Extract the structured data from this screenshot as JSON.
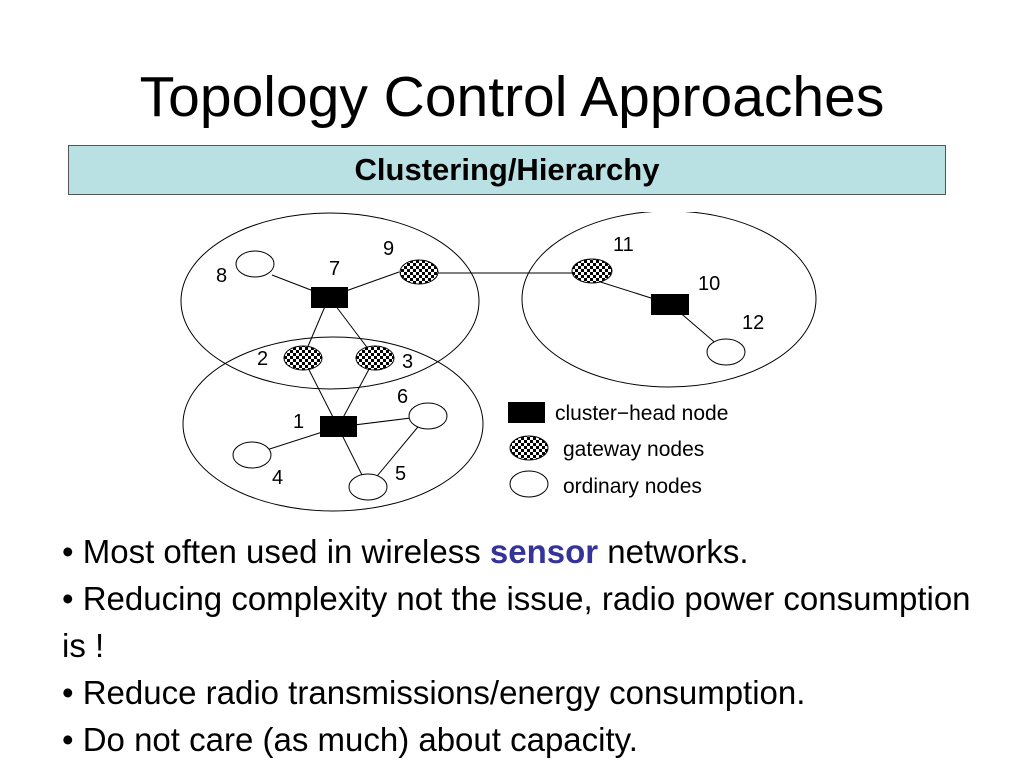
{
  "title": "Topology Control Approaches",
  "subtitle": "Clustering/Hierarchy",
  "diagram": {
    "nodes": [
      {
        "id": "1",
        "label": "1",
        "type": "cluster-head"
      },
      {
        "id": "2",
        "label": "2",
        "type": "gateway"
      },
      {
        "id": "3",
        "label": "3",
        "type": "gateway"
      },
      {
        "id": "4",
        "label": "4",
        "type": "ordinary"
      },
      {
        "id": "5",
        "label": "5",
        "type": "ordinary"
      },
      {
        "id": "6",
        "label": "6",
        "type": "ordinary"
      },
      {
        "id": "7",
        "label": "7",
        "type": "cluster-head"
      },
      {
        "id": "8",
        "label": "8",
        "type": "ordinary"
      },
      {
        "id": "9",
        "label": "9",
        "type": "gateway"
      },
      {
        "id": "10",
        "label": "10",
        "type": "cluster-head"
      },
      {
        "id": "11",
        "label": "11",
        "type": "gateway"
      },
      {
        "id": "12",
        "label": "12",
        "type": "ordinary"
      }
    ],
    "edges": [
      [
        "7",
        "8"
      ],
      [
        "7",
        "9"
      ],
      [
        "7",
        "2"
      ],
      [
        "7",
        "3"
      ],
      [
        "9",
        "11"
      ],
      [
        "11",
        "10"
      ],
      [
        "10",
        "12"
      ],
      [
        "1",
        "2"
      ],
      [
        "1",
        "3"
      ],
      [
        "1",
        "4"
      ],
      [
        "1",
        "5"
      ],
      [
        "1",
        "6"
      ],
      [
        "6",
        "5"
      ]
    ],
    "clusters": [
      {
        "head": "7",
        "members": [
          "7",
          "8",
          "9",
          "2",
          "3"
        ]
      },
      {
        "head": "10",
        "members": [
          "10",
          "11",
          "12"
        ]
      },
      {
        "head": "1",
        "members": [
          "1",
          "2",
          "3",
          "4",
          "5",
          "6"
        ]
      }
    ],
    "legend": {
      "cluster_head": "cluster−head node",
      "gateway": "gateway nodes",
      "ordinary": "ordinary nodes"
    }
  },
  "bullets": {
    "b1_prefix": "• Most often used in wireless ",
    "b1_accent": "sensor",
    "b1_suffix": " networks.",
    "b2": "• Reducing complexity not the issue, radio power consumption is !",
    "b3": "• Reduce radio transmissions/energy consumption.",
    "b4": "• Do not care (as much) about capacity."
  },
  "colors": {
    "subtitle_background": "#b9e0e3",
    "accent": "#333399"
  }
}
